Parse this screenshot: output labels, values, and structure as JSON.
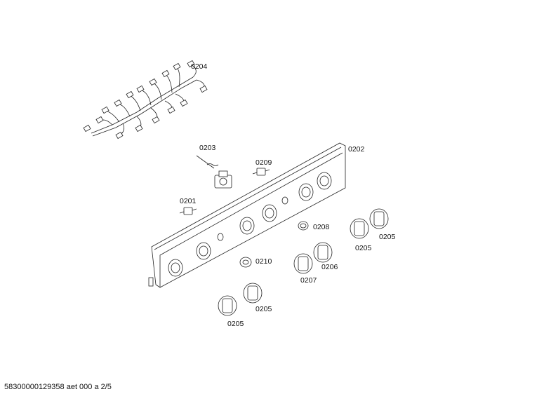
{
  "labels": {
    "harness": "0204",
    "thermostat": "0203",
    "switch_right": "0209",
    "switch_left": "0201",
    "panel": "0202",
    "indicator_lamp": "0208",
    "knob_far_right_a": "0205",
    "knob_far_right_b": "0205",
    "knob_mid": "0206",
    "knob_mid_left": "0207",
    "small_knob": "0210",
    "knob_left_a": "0205",
    "knob_left_b": "0205"
  },
  "footer": "58300000129358 aet 000 a 2/5"
}
